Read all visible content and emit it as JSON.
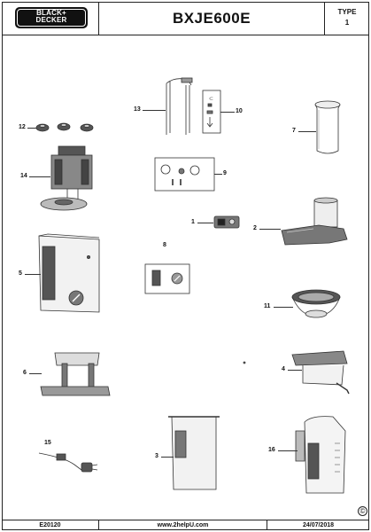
{
  "header": {
    "brand_line1": "BLACK+",
    "brand_line2": "DECKER",
    "model": "BXJE600E",
    "type_label": "TYPE",
    "type_value": "1"
  },
  "footer": {
    "code": "E20120",
    "website": "www.2helpU.com",
    "date": "24/07/2018",
    "copyright": "©"
  },
  "parts": [
    {
      "number": "1",
      "depicts": "control switch"
    },
    {
      "number": "2",
      "depicts": "feed chute lid"
    },
    {
      "number": "3",
      "depicts": "pulp container"
    },
    {
      "number": "4",
      "depicts": "juice collector"
    },
    {
      "number": "5",
      "depicts": "motor housing"
    },
    {
      "number": "6",
      "depicts": "base"
    },
    {
      "number": "7",
      "depicts": "food pusher"
    },
    {
      "number": "8",
      "depicts": "knob"
    },
    {
      "number": "9",
      "depicts": "screw set"
    },
    {
      "number": "10",
      "depicts": "hardware kit"
    },
    {
      "number": "11",
      "depicts": "filter basket"
    },
    {
      "number": "12",
      "depicts": "feet"
    },
    {
      "number": "13",
      "depicts": "locking arm"
    },
    {
      "number": "14",
      "depicts": "motor"
    },
    {
      "number": "15",
      "depicts": "power cord"
    },
    {
      "number": "16",
      "depicts": "juice jug"
    }
  ]
}
